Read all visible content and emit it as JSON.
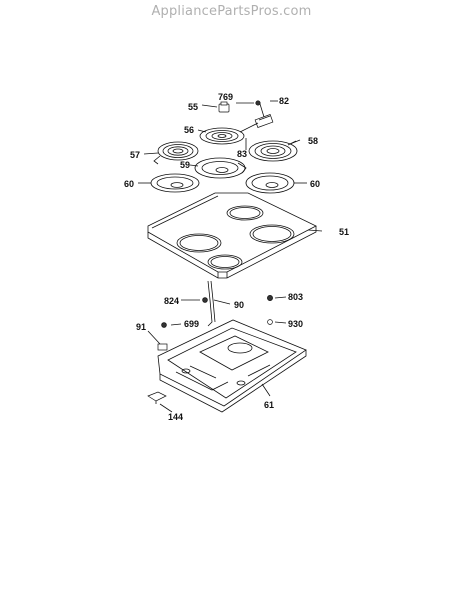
{
  "watermark": "AppliancePartsPros.com",
  "labels": {
    "p769": "769",
    "p82": "82",
    "p55": "55",
    "p56": "56",
    "p83": "83",
    "p58": "58",
    "p57": "57",
    "p59": "59",
    "p60a": "60",
    "p60b": "60",
    "p51": "51",
    "p824": "824",
    "p90": "90",
    "p803": "803",
    "p91": "91",
    "p699": "699",
    "p930": "930",
    "p61": "61",
    "p144": "144"
  }
}
